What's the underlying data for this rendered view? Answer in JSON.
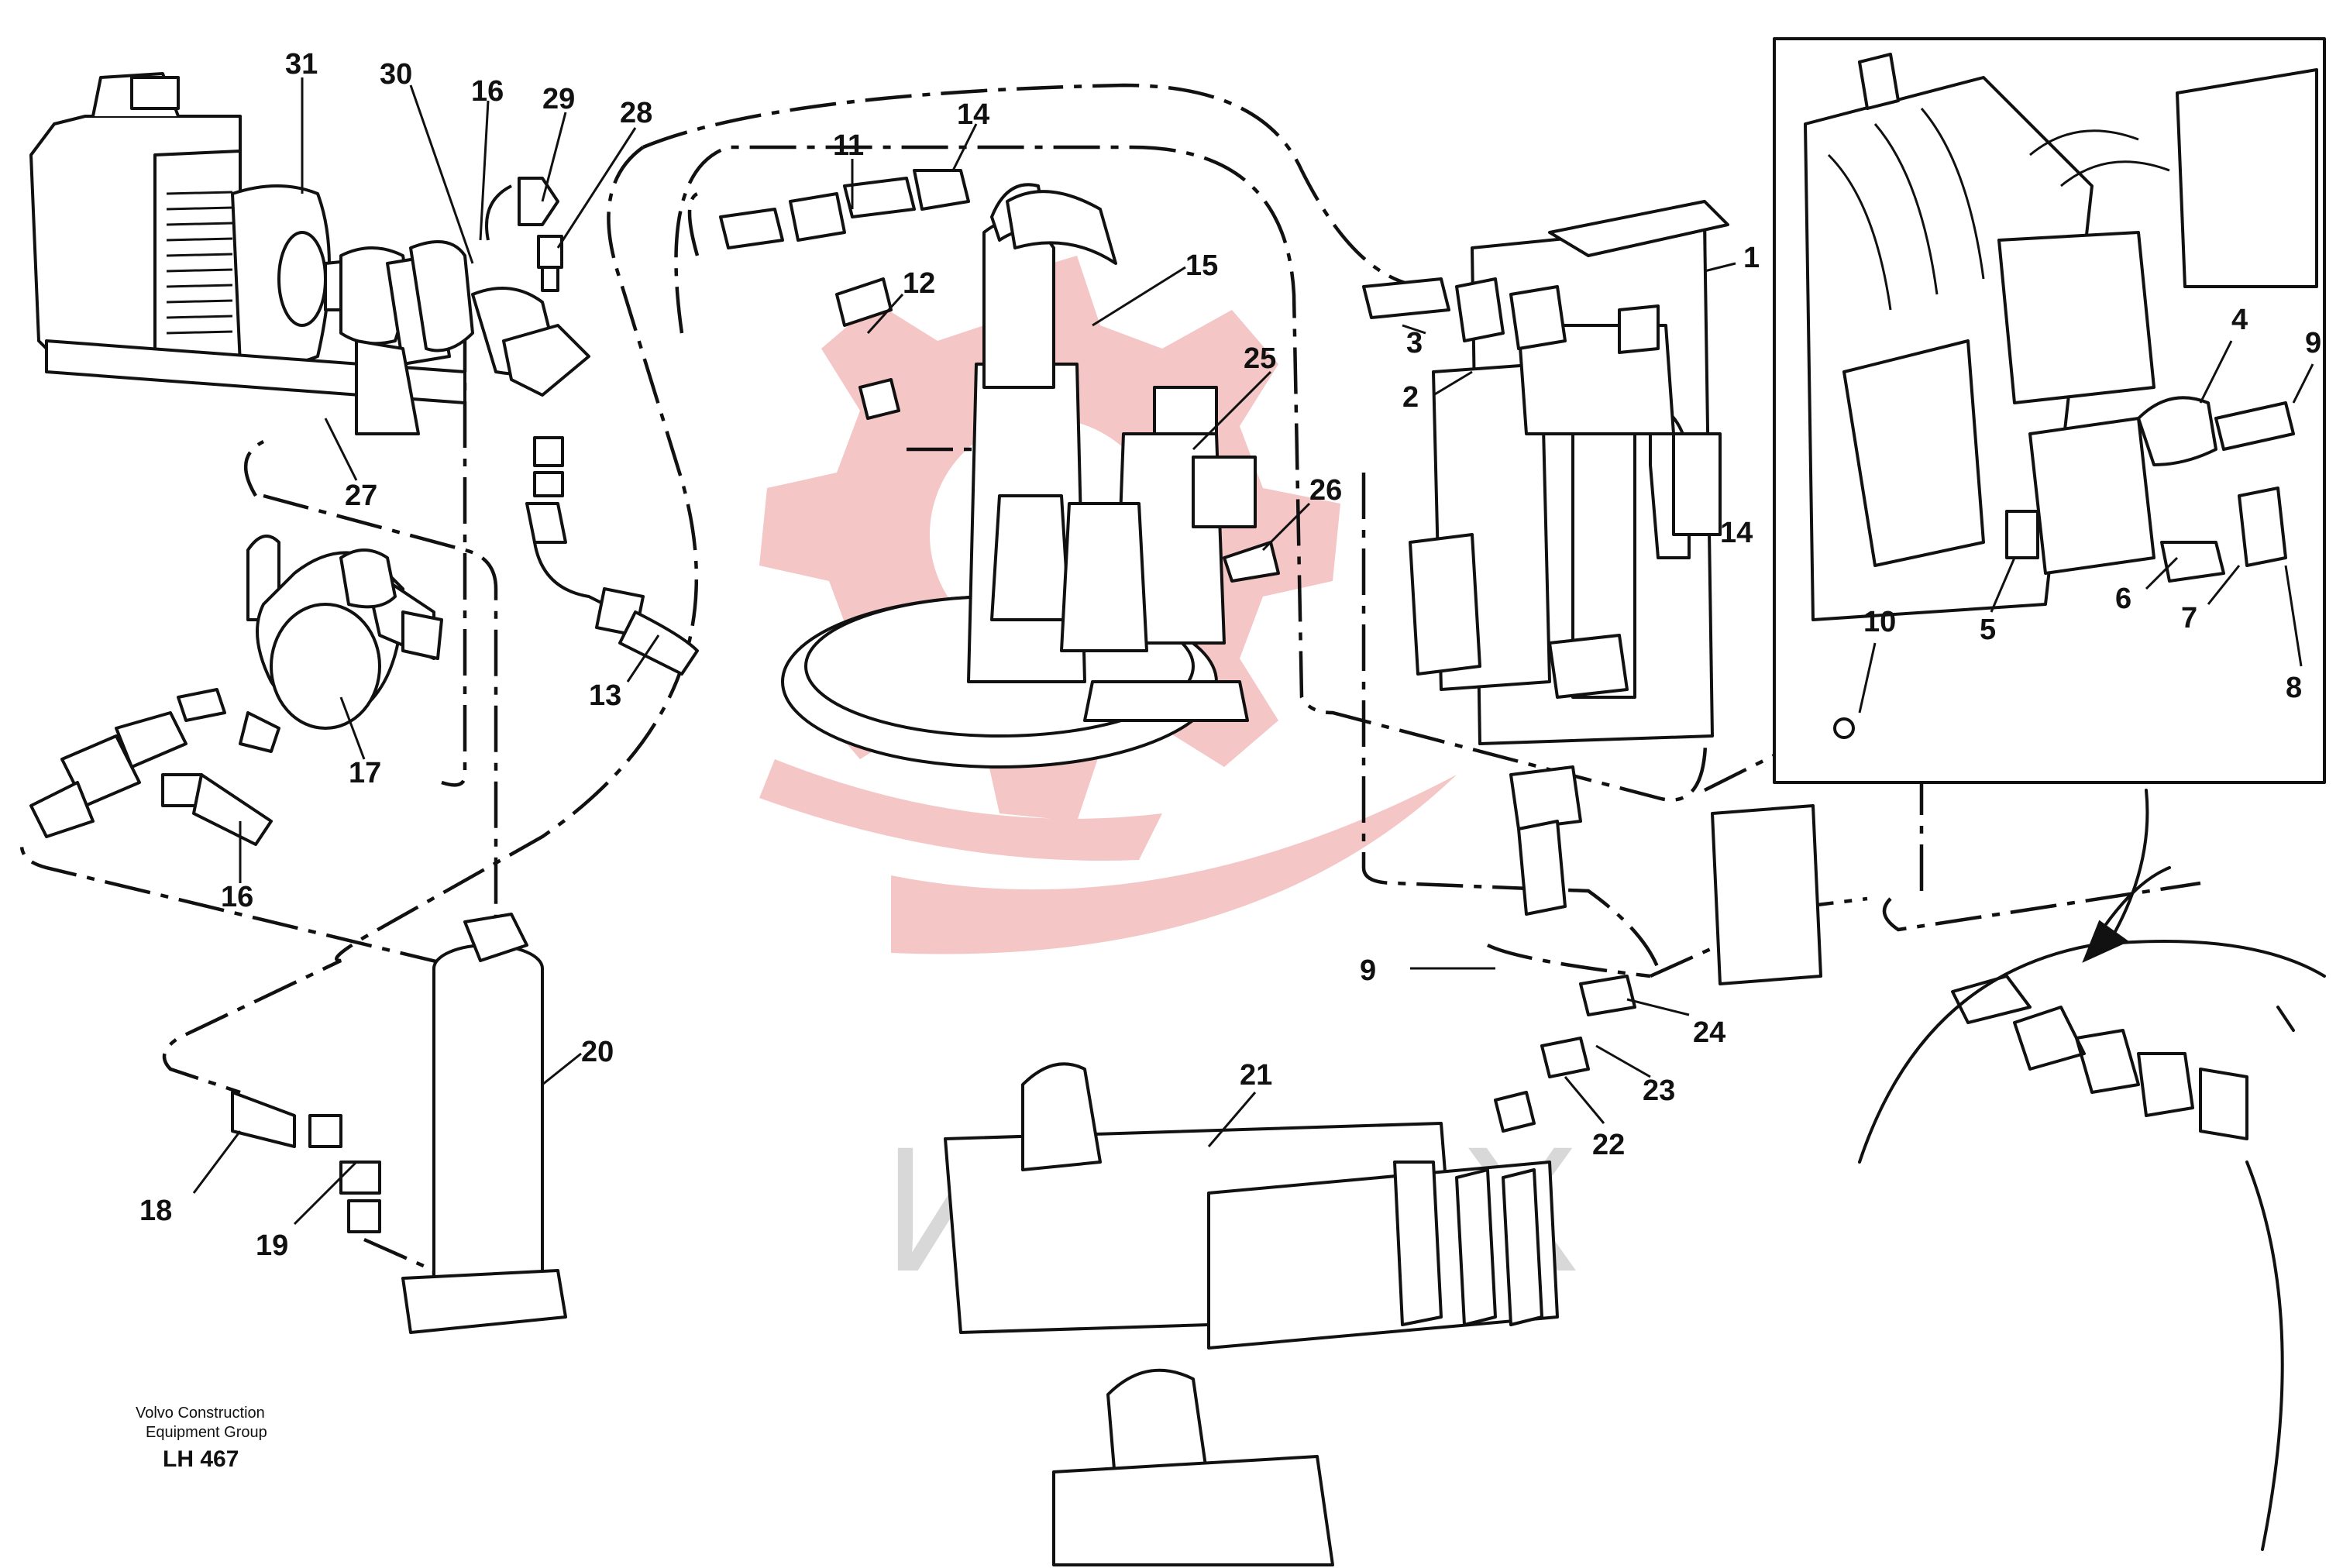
{
  "diagram": {
    "callouts": [
      {
        "label": "31"
      },
      {
        "label": "30"
      },
      {
        "label": "16"
      },
      {
        "label": "29"
      },
      {
        "label": "28"
      },
      {
        "label": "11"
      },
      {
        "label": "14"
      },
      {
        "label": "12"
      },
      {
        "label": "15"
      },
      {
        "label": "25"
      },
      {
        "label": "27"
      },
      {
        "label": "13"
      },
      {
        "label": "26"
      },
      {
        "label": "17"
      },
      {
        "label": "16"
      },
      {
        "label": "20"
      },
      {
        "label": "18"
      },
      {
        "label": "19"
      },
      {
        "label": "21"
      },
      {
        "label": "1"
      },
      {
        "label": "3"
      },
      {
        "label": "2"
      },
      {
        "label": "14"
      },
      {
        "label": "9"
      },
      {
        "label": "24"
      },
      {
        "label": "23"
      },
      {
        "label": "22"
      },
      {
        "label": "4"
      },
      {
        "label": "9"
      },
      {
        "label": "10"
      },
      {
        "label": "5"
      },
      {
        "label": "6"
      },
      {
        "label": "7"
      },
      {
        "label": "8"
      }
    ],
    "credit": {
      "line1": "Volvo Construction",
      "line2": "Equipment Group",
      "code": "LH 467"
    },
    "watermark": "ИНТЕХ",
    "colors": {
      "line": "#111111",
      "watermark_logo": "#f4c6c6",
      "watermark_text": "#d8d8d8"
    }
  }
}
